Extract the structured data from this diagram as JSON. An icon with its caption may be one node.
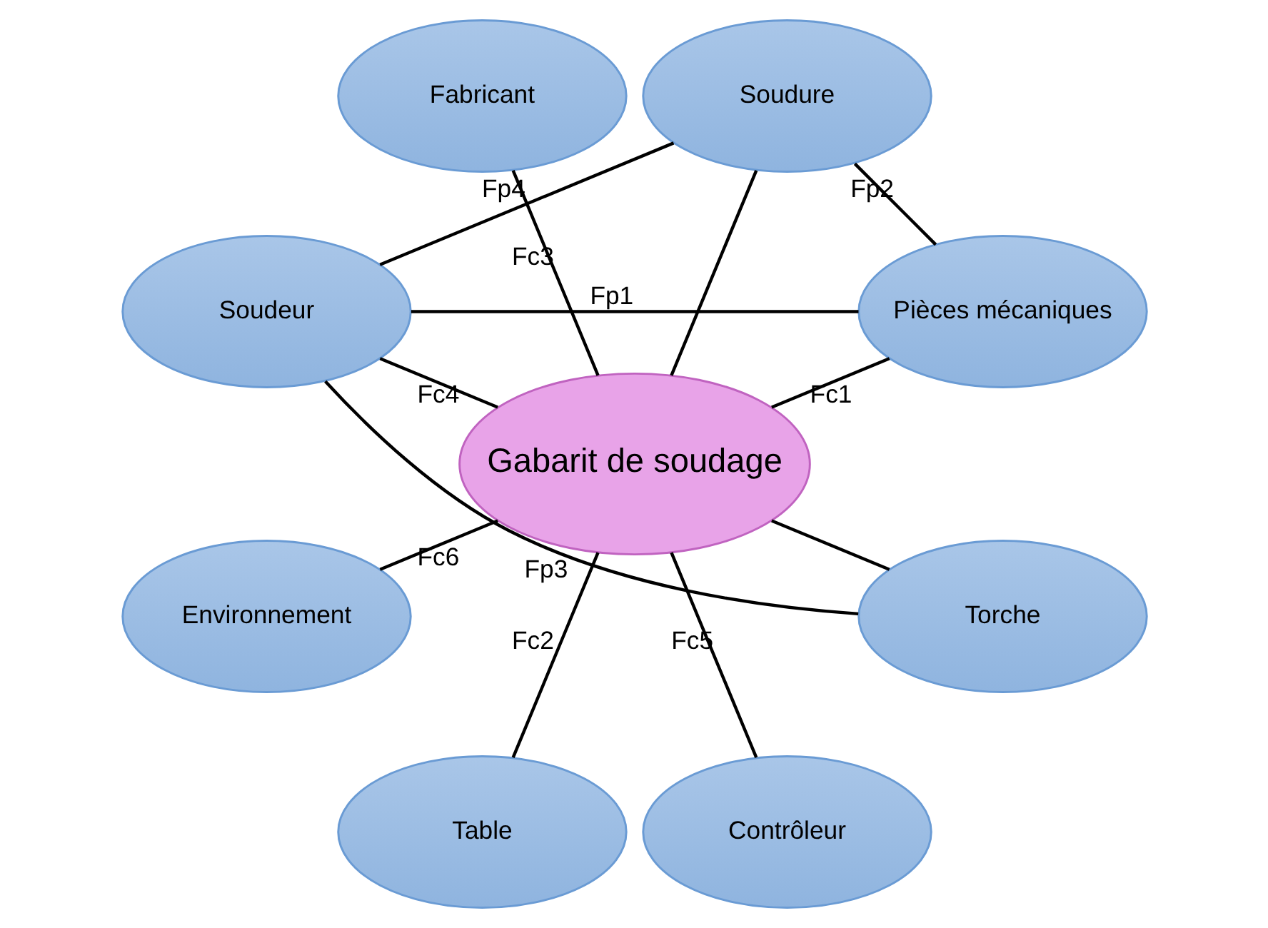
{
  "diagram": {
    "nodes": [
      {
        "text": [
          "Pièces mécaniques"
        ]
      },
      {
        "text": [
          "Soudure"
        ]
      },
      {
        "text": [
          "Fabricant"
        ]
      },
      {
        "text": [
          "Soudeur"
        ]
      },
      {
        "text": [
          "Gabarit de soudage"
        ]
      },
      {
        "text": [
          "Environnement"
        ]
      },
      {
        "text": [
          "Table"
        ]
      },
      {
        "text": [
          "Contrôleur"
        ]
      },
      {
        "text": [
          "Torche"
        ]
      }
    ],
    "edges": [
      {
        "from": 0,
        "to": 4,
        "arrow": "none",
        "label": "Fc1"
      },
      {
        "from": 0,
        "to": 1,
        "arrow": "none",
        "label": "Fp2"
      },
      {
        "from": 1,
        "to": 3,
        "arrow": "none",
        "label": "Fp4"
      },
      {
        "from": 1,
        "to": 4,
        "arrow": "none"
      },
      {
        "from": 3,
        "to": 0,
        "arrow": "none",
        "label": "Fp1"
      },
      {
        "from": 3,
        "to": 4,
        "arrow": "none",
        "label": "Fc4"
      },
      {
        "from": 3,
        "to": 8,
        "arrow": "none",
        "label": "Fp3"
      },
      {
        "from": 8,
        "to": 4,
        "arrow": "none"
      },
      {
        "from": 6,
        "to": 4,
        "arrow": "none",
        "label": "Fc2"
      },
      {
        "from": 2,
        "to": 4,
        "arrow": "none",
        "label": "Fc3"
      },
      {
        "from": 5,
        "to": 4,
        "arrow": "none",
        "label": "Fc6"
      },
      {
        "from": 7,
        "to": 4,
        "arrow": "none",
        "label": "Fc5"
      }
    ]
  }
}
